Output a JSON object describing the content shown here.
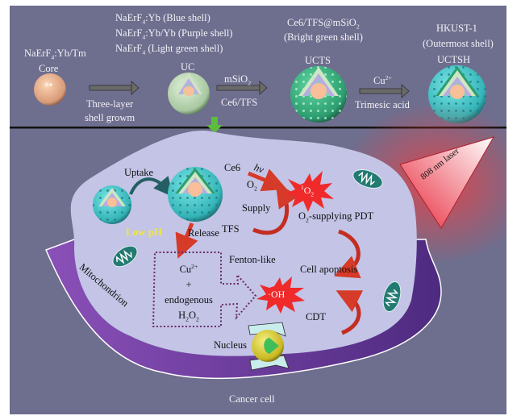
{
  "figure": {
    "synthesis": {
      "core": {
        "formula": "NaErF",
        "sub": "4",
        "rest": ":Yb/Tm",
        "name": "Core"
      },
      "step1": {
        "label_line1": "Three-layer",
        "label_line2": "shell growm"
      },
      "uc": {
        "shell_lines": [
          {
            "formula": "NaErF",
            "sub": "4",
            "rest": ":Yb (Blue shell)"
          },
          {
            "formula": "NaErF",
            "sub": "4",
            "rest": ":Yb/Yb (Purple shell)"
          },
          {
            "formula": "NaErF",
            "sub": "4",
            "rest": " (Light green shell)"
          }
        ],
        "name": "UC"
      },
      "step2": {
        "above_main": "mSiO",
        "above_sub": "2",
        "below": "Ce6/TFS"
      },
      "ucts": {
        "line1_main": "Ce6/TFS@mSiO",
        "line1_sub": "2",
        "line2": "(Bright green shell)",
        "name": "UCTS"
      },
      "step3": {
        "above_main": "Cu",
        "above_sup": "2+",
        "below": "Trimesic acid"
      },
      "uctsh": {
        "line1": "HKUST-1",
        "line2": "(Outermost shell)",
        "name": "UCTSH"
      }
    },
    "cell": {
      "uptake": "Uptake",
      "low_ph": "Low pH",
      "release": "Release",
      "ce6": "Ce6",
      "hv": "hν",
      "o2_main": "O",
      "o2_sub": "2",
      "supply": "Supply",
      "tfs": "TFS",
      "singlet_oxygen": {
        "sup": "1",
        "main": "O",
        "sub": "2"
      },
      "pdt": {
        "main": "O",
        "sub": "2",
        "rest": "-supplying PDT"
      },
      "cell_apoptosis": "Cell apoptosis",
      "cdt": "CDT",
      "fenton": "Fenton-like",
      "box": {
        "cu": "Cu",
        "cu_sup": "2+",
        "plus": "+",
        "endogenous": "endogenous",
        "h2o2": [
          "H",
          "2",
          "O",
          "2"
        ]
      },
      "hydroxyl": "·OH",
      "mitochondrion": "Mitochondrion",
      "nucleus": "Nucleus",
      "laser": "808 nm laser",
      "caption": "Cancer cell"
    },
    "colors": {
      "background": "#6e6e8e",
      "cytoplasm": "#c3c4e6",
      "membrane": "#6a3a98",
      "arrow_red": "#d63a28",
      "burst_red": "#f02a2a",
      "low_ph_yellow": "#f0e640",
      "green_arrow": "#5dbd3c",
      "laser_red": "#e83848"
    }
  }
}
